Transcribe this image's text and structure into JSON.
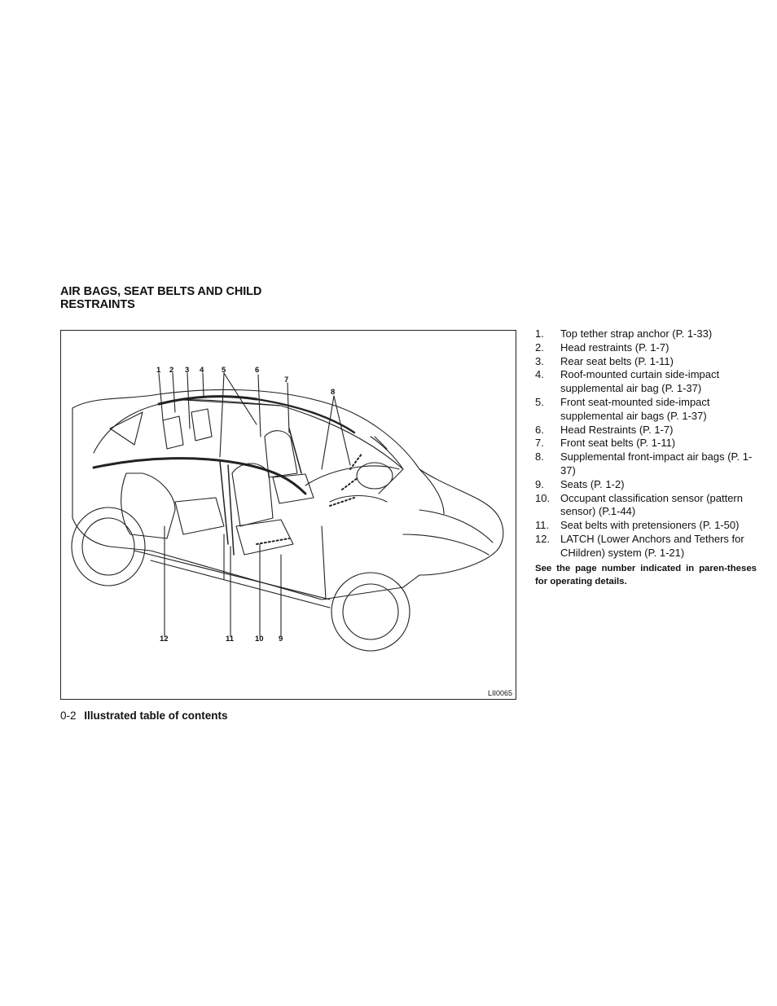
{
  "section": {
    "title_line1": "AIR BAGS, SEAT BELTS AND CHILD",
    "title_line2": "RESTRAINTS"
  },
  "figure": {
    "id": "LII0065",
    "callouts": [
      "1",
      "2",
      "3",
      "4",
      "5",
      "6",
      "7",
      "8",
      "12",
      "11",
      "10",
      "9"
    ]
  },
  "legend": {
    "items": [
      {
        "num": "1.",
        "text": "Top tether strap anchor (P. 1-33)"
      },
      {
        "num": "2.",
        "text": "Head restraints (P. 1-7)"
      },
      {
        "num": "3.",
        "text": "Rear seat belts (P. 1-11)"
      },
      {
        "num": "4.",
        "text": "Roof-mounted curtain side-impact supplemental air bag (P. 1-37)"
      },
      {
        "num": "5.",
        "text": "Front seat-mounted side-impact supplemental air bags (P. 1-37)"
      },
      {
        "num": "6.",
        "text": "Head Restraints (P. 1-7)"
      },
      {
        "num": "7.",
        "text": "Front seat belts (P. 1-11)"
      },
      {
        "num": "8.",
        "text": "Supplemental front-impact air bags (P. 1-37)"
      },
      {
        "num": "9.",
        "text": "Seats (P. 1-2)"
      },
      {
        "num": "10.",
        "text": "Occupant classification sensor (pattern sensor) (P.1-44)"
      },
      {
        "num": "11.",
        "text": "Seat belts with pretensioners (P. 1-50)"
      },
      {
        "num": "12.",
        "text": "LATCH (Lower Anchors and Tethers for CHildren) system (P. 1-21)"
      }
    ],
    "note": "See the page number indicated in paren-theses for operating details."
  },
  "footer": {
    "page": "0-2",
    "title": "Illustrated table of contents"
  }
}
